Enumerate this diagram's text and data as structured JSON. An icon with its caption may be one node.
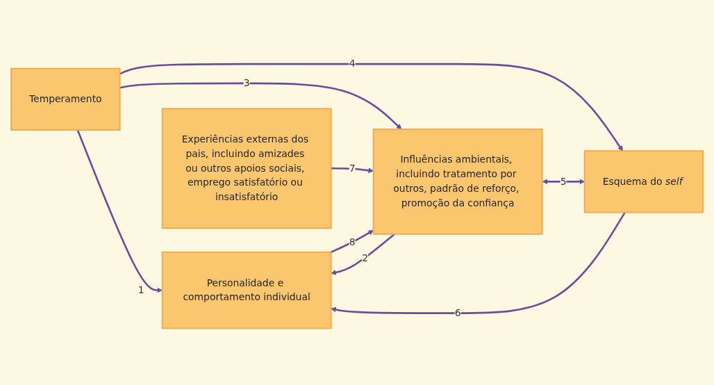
{
  "diagram": {
    "nodes": [
      {
        "text": [
          "Temperamento"
        ]
      },
      {
        "text": [
          "Influências ambientais, incluindo tratamento por outros, padrão de reforço, promoção da confiança"
        ]
      },
      {
        "text": [
          "Esquema do *self*"
        ]
      },
      {
        "text": [
          "Personalidade e comportamento individual"
        ]
      },
      {
        "text": [
          "Experiências externas dos pais, incluindo amizades ou outros apoios sociais, emprego satisfatório ou insatisfatório"
        ]
      }
    ],
    "edges": [
      {
        "from": 0,
        "to": 3,
        "arrow": "to",
        "label": "1"
      },
      {
        "from": 1,
        "to": 3,
        "arrow": "to",
        "label": "2"
      },
      {
        "from": 0,
        "to": 1,
        "arrow": "to",
        "label": "3"
      },
      {
        "from": 0,
        "to": 2,
        "arrow": "to",
        "label": "4"
      },
      {
        "from": 1,
        "to": 2,
        "arrow": "both",
        "label": "5"
      },
      {
        "from": 2,
        "to": 3,
        "arrow": "to",
        "label": "6"
      },
      {
        "from": 4,
        "to": 1,
        "arrow": "to",
        "label": "7"
      },
      {
        "from": 3,
        "to": 1,
        "arrow": "to",
        "label": "8"
      }
    ]
  }
}
